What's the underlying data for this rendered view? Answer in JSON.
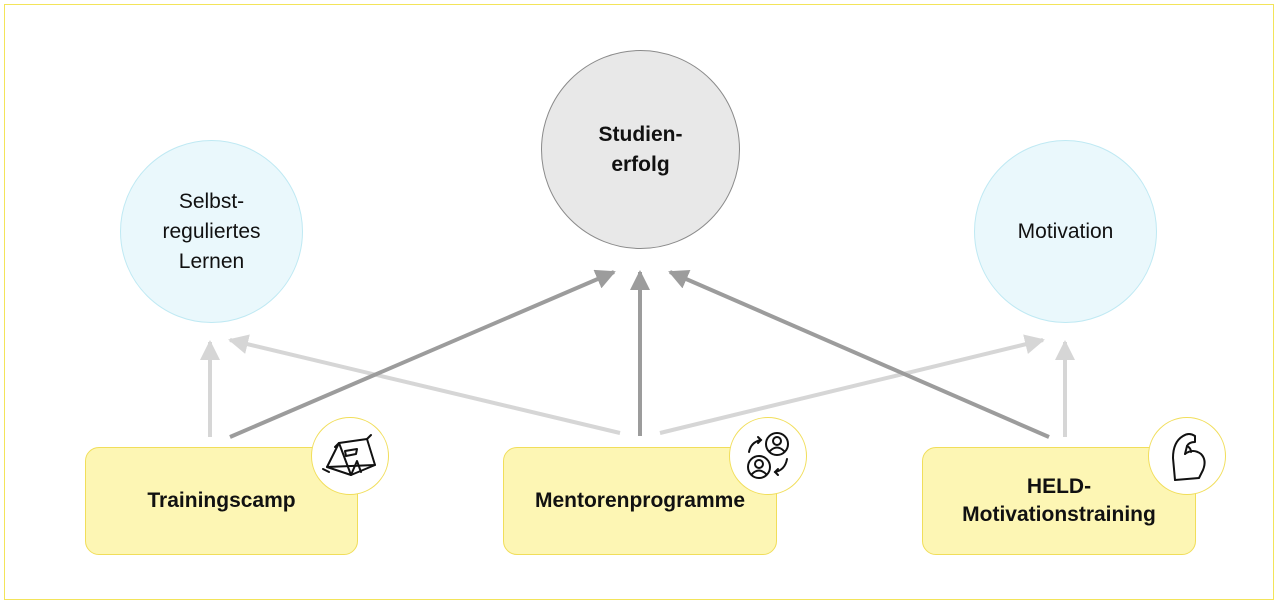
{
  "center_node": {
    "label": "Studien-\nerfolg"
  },
  "outcome_nodes": [
    {
      "label": "Selbst-\nreguliertes\nLernen"
    },
    {
      "label": "Motivation"
    }
  ],
  "programs": [
    {
      "label": "Trainingscamp",
      "icon": "tent-icon"
    },
    {
      "label": "Mentorenprogramme",
      "icon": "mentoring-exchange-icon"
    },
    {
      "label": "HELD-\nMotivationstraining",
      "icon": "flexed-arm-icon"
    }
  ],
  "colors": {
    "frame": "#f3e45a",
    "program_fill": "#fdf6b4",
    "outcome_fill": "#eaf8fc",
    "center_fill": "#e8e8e8",
    "arrow_dark": "#9c9c9c",
    "arrow_light": "#d6d6d6"
  }
}
